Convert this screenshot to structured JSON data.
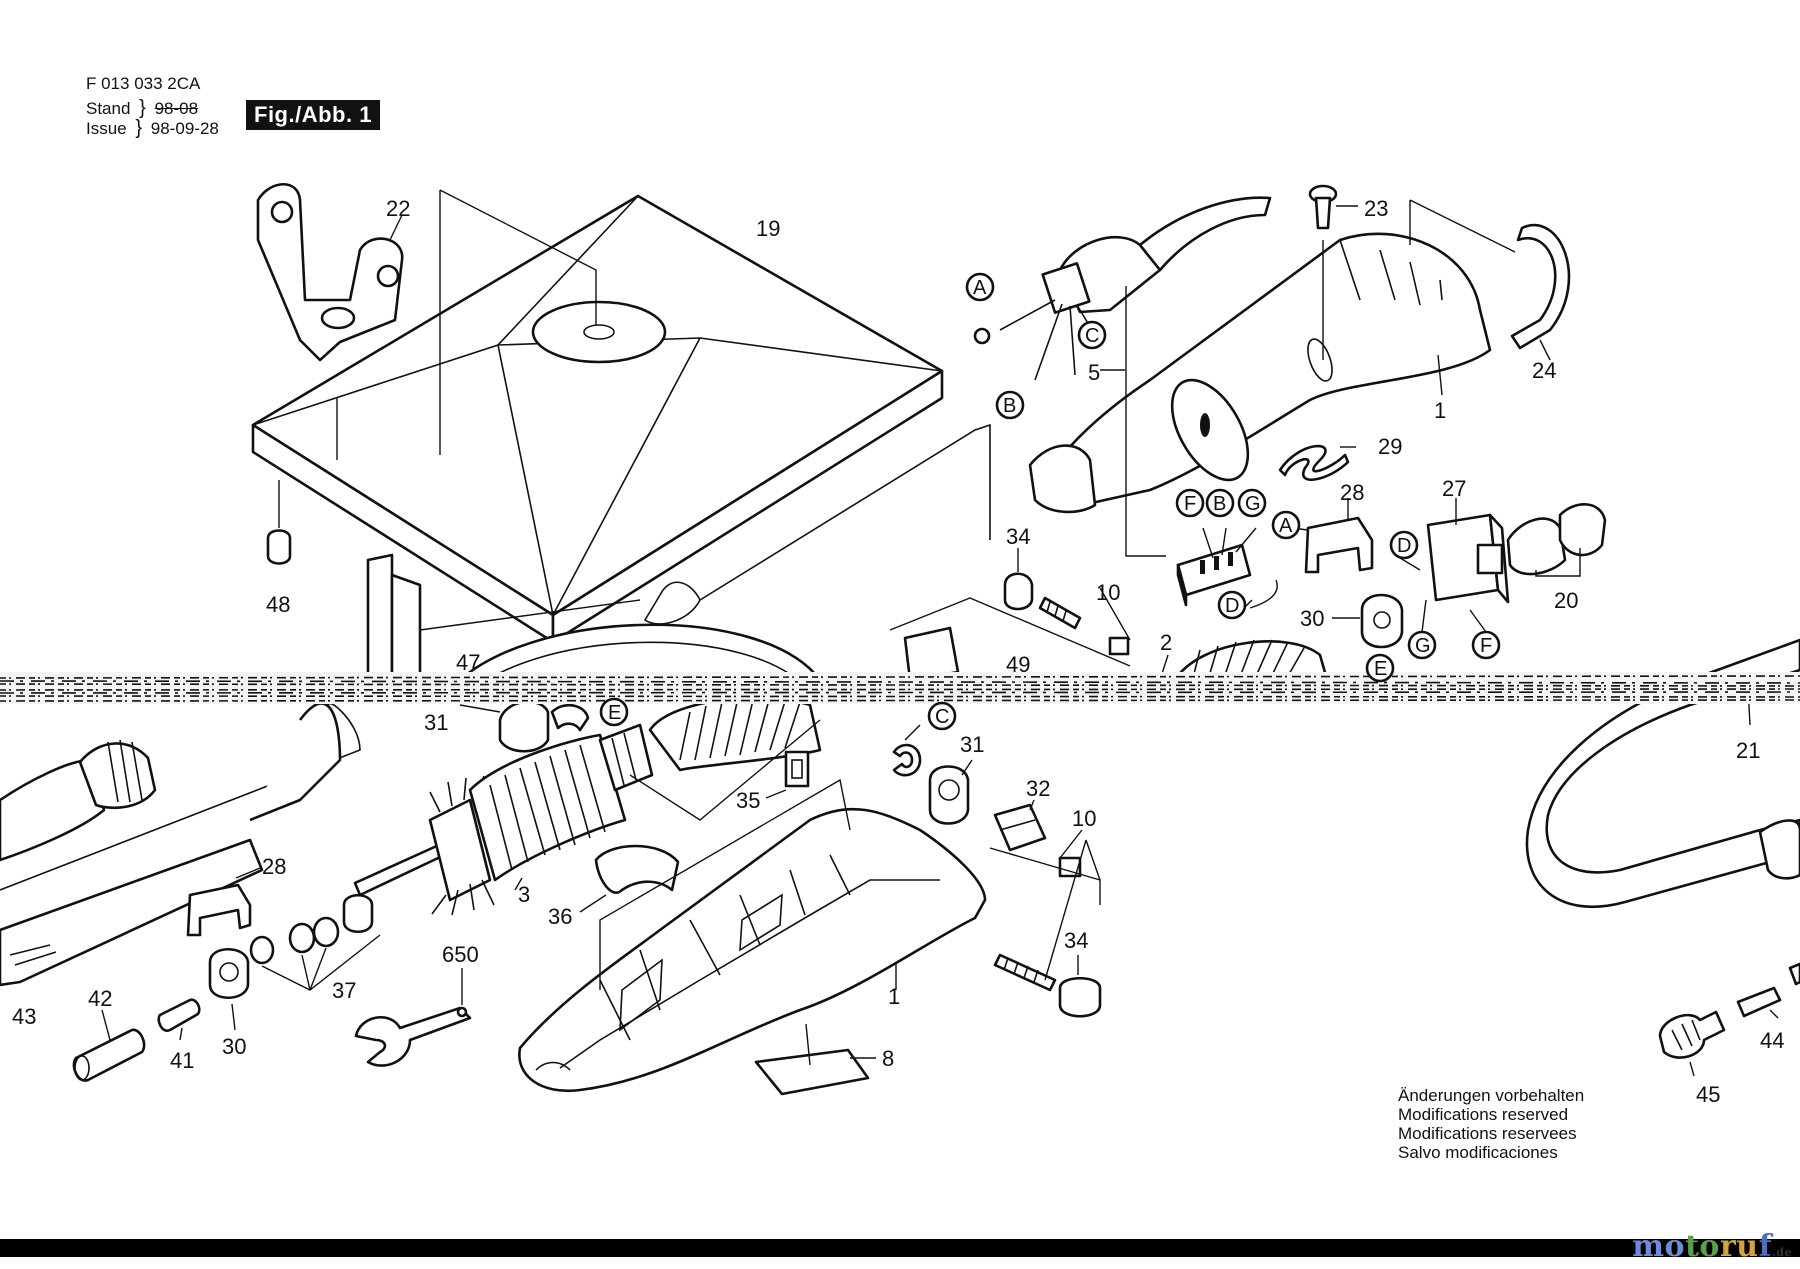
{
  "header": {
    "doc_id": "F 013 033 2CA",
    "stand_label": "Stand",
    "stand_date": "98-08",
    "issue_label": "Issue",
    "issue_date": "98-09-28",
    "figure_badge": "Fig./Abb. 1"
  },
  "callouts": [
    {
      "id": "c22",
      "text": "22"
    },
    {
      "id": "c19",
      "text": "19"
    },
    {
      "id": "c48",
      "text": "48"
    },
    {
      "id": "c47",
      "text": "47"
    },
    {
      "id": "c49",
      "text": "49"
    },
    {
      "id": "c23",
      "text": "23"
    },
    {
      "id": "c24",
      "text": "24"
    },
    {
      "id": "c5",
      "text": "5"
    },
    {
      "id": "c1a",
      "text": "1"
    },
    {
      "id": "c29",
      "text": "29"
    },
    {
      "id": "c28a",
      "text": "28"
    },
    {
      "id": "c27",
      "text": "27"
    },
    {
      "id": "c20",
      "text": "20"
    },
    {
      "id": "c34a",
      "text": "34"
    },
    {
      "id": "c10a",
      "text": "10"
    },
    {
      "id": "c2",
      "text": "2"
    },
    {
      "id": "c30a",
      "text": "30"
    },
    {
      "id": "c31a",
      "text": "31"
    },
    {
      "id": "c21",
      "text": "21"
    },
    {
      "id": "c31b",
      "text": "31"
    },
    {
      "id": "c32",
      "text": "32"
    },
    {
      "id": "c10b",
      "text": "10"
    },
    {
      "id": "c35",
      "text": "35"
    },
    {
      "id": "c3",
      "text": "3"
    },
    {
      "id": "c36",
      "text": "36"
    },
    {
      "id": "c28b",
      "text": "28"
    },
    {
      "id": "c37",
      "text": "37"
    },
    {
      "id": "c650",
      "text": "650"
    },
    {
      "id": "c42",
      "text": "42"
    },
    {
      "id": "c43",
      "text": "43"
    },
    {
      "id": "c41",
      "text": "41"
    },
    {
      "id": "c30b",
      "text": "30"
    },
    {
      "id": "c1b",
      "text": "1"
    },
    {
      "id": "c8",
      "text": "8"
    },
    {
      "id": "c34b",
      "text": "34"
    },
    {
      "id": "c44",
      "text": "44"
    },
    {
      "id": "c45",
      "text": "45"
    }
  ],
  "connectors": [
    {
      "id": "A1",
      "text": "A"
    },
    {
      "id": "B1",
      "text": "B"
    },
    {
      "id": "C1",
      "text": "C"
    },
    {
      "id": "F1",
      "text": "F"
    },
    {
      "id": "B2",
      "text": "B"
    },
    {
      "id": "G1",
      "text": "G"
    },
    {
      "id": "A2",
      "text": "A"
    },
    {
      "id": "D1",
      "text": "D"
    },
    {
      "id": "D2",
      "text": "D"
    },
    {
      "id": "G2",
      "text": "G"
    },
    {
      "id": "F2",
      "text": "F"
    },
    {
      "id": "E1",
      "text": "E"
    },
    {
      "id": "E2",
      "text": "E"
    },
    {
      "id": "C2",
      "text": "C"
    }
  ],
  "notes": [
    "Änderungen vorbehalten",
    "Modifications reserved",
    "Modifications reservees",
    "Salvo modificaciones"
  ],
  "watermark": {
    "p1": "mo",
    "p2": "to",
    "p3": "ru",
    "p4": "f",
    "tld": ".de"
  }
}
